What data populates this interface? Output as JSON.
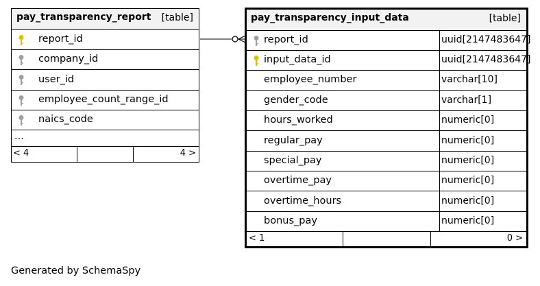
{
  "tables": [
    {
      "name": "pay_transparency_report",
      "tag": "[table]",
      "columns": [
        {
          "name": "report_id",
          "key": "primary"
        },
        {
          "name": "company_id",
          "key": "foreign"
        },
        {
          "name": "user_id",
          "key": "foreign"
        },
        {
          "name": "employee_count_range_id",
          "key": "foreign"
        },
        {
          "name": "naics_code",
          "key": "foreign"
        }
      ],
      "more": "...",
      "footer": {
        "left": "< 4",
        "right": "4 >"
      }
    },
    {
      "name": "pay_transparency_input_data",
      "tag": "[table]",
      "columns": [
        {
          "name": "report_id",
          "type": "uuid[2147483647]",
          "key": "foreign"
        },
        {
          "name": "input_data_id",
          "type": "uuid[2147483647]",
          "key": "primary"
        },
        {
          "name": "employee_number",
          "type": "varchar[10]"
        },
        {
          "name": "gender_code",
          "type": "varchar[1]"
        },
        {
          "name": "hours_worked",
          "type": "numeric[0]"
        },
        {
          "name": "regular_pay",
          "type": "numeric[0]"
        },
        {
          "name": "special_pay",
          "type": "numeric[0]"
        },
        {
          "name": "overtime_pay",
          "type": "numeric[0]"
        },
        {
          "name": "overtime_hours",
          "type": "numeric[0]"
        },
        {
          "name": "bonus_pay",
          "type": "numeric[0]"
        }
      ],
      "footer": {
        "left": "< 1",
        "right": "0 >"
      }
    }
  ],
  "relationship": {
    "from": "pay_transparency_report.report_id",
    "to": "pay_transparency_input_data.report_id",
    "cardinality": "one-to-zero-or-many"
  },
  "generated_by": "Generated by SchemaSpy",
  "colors": {
    "primary_key": "#e0c000",
    "foreign_key": "#a0a0a0",
    "header_bg": "#f2f2f2",
    "line": "#000000"
  }
}
